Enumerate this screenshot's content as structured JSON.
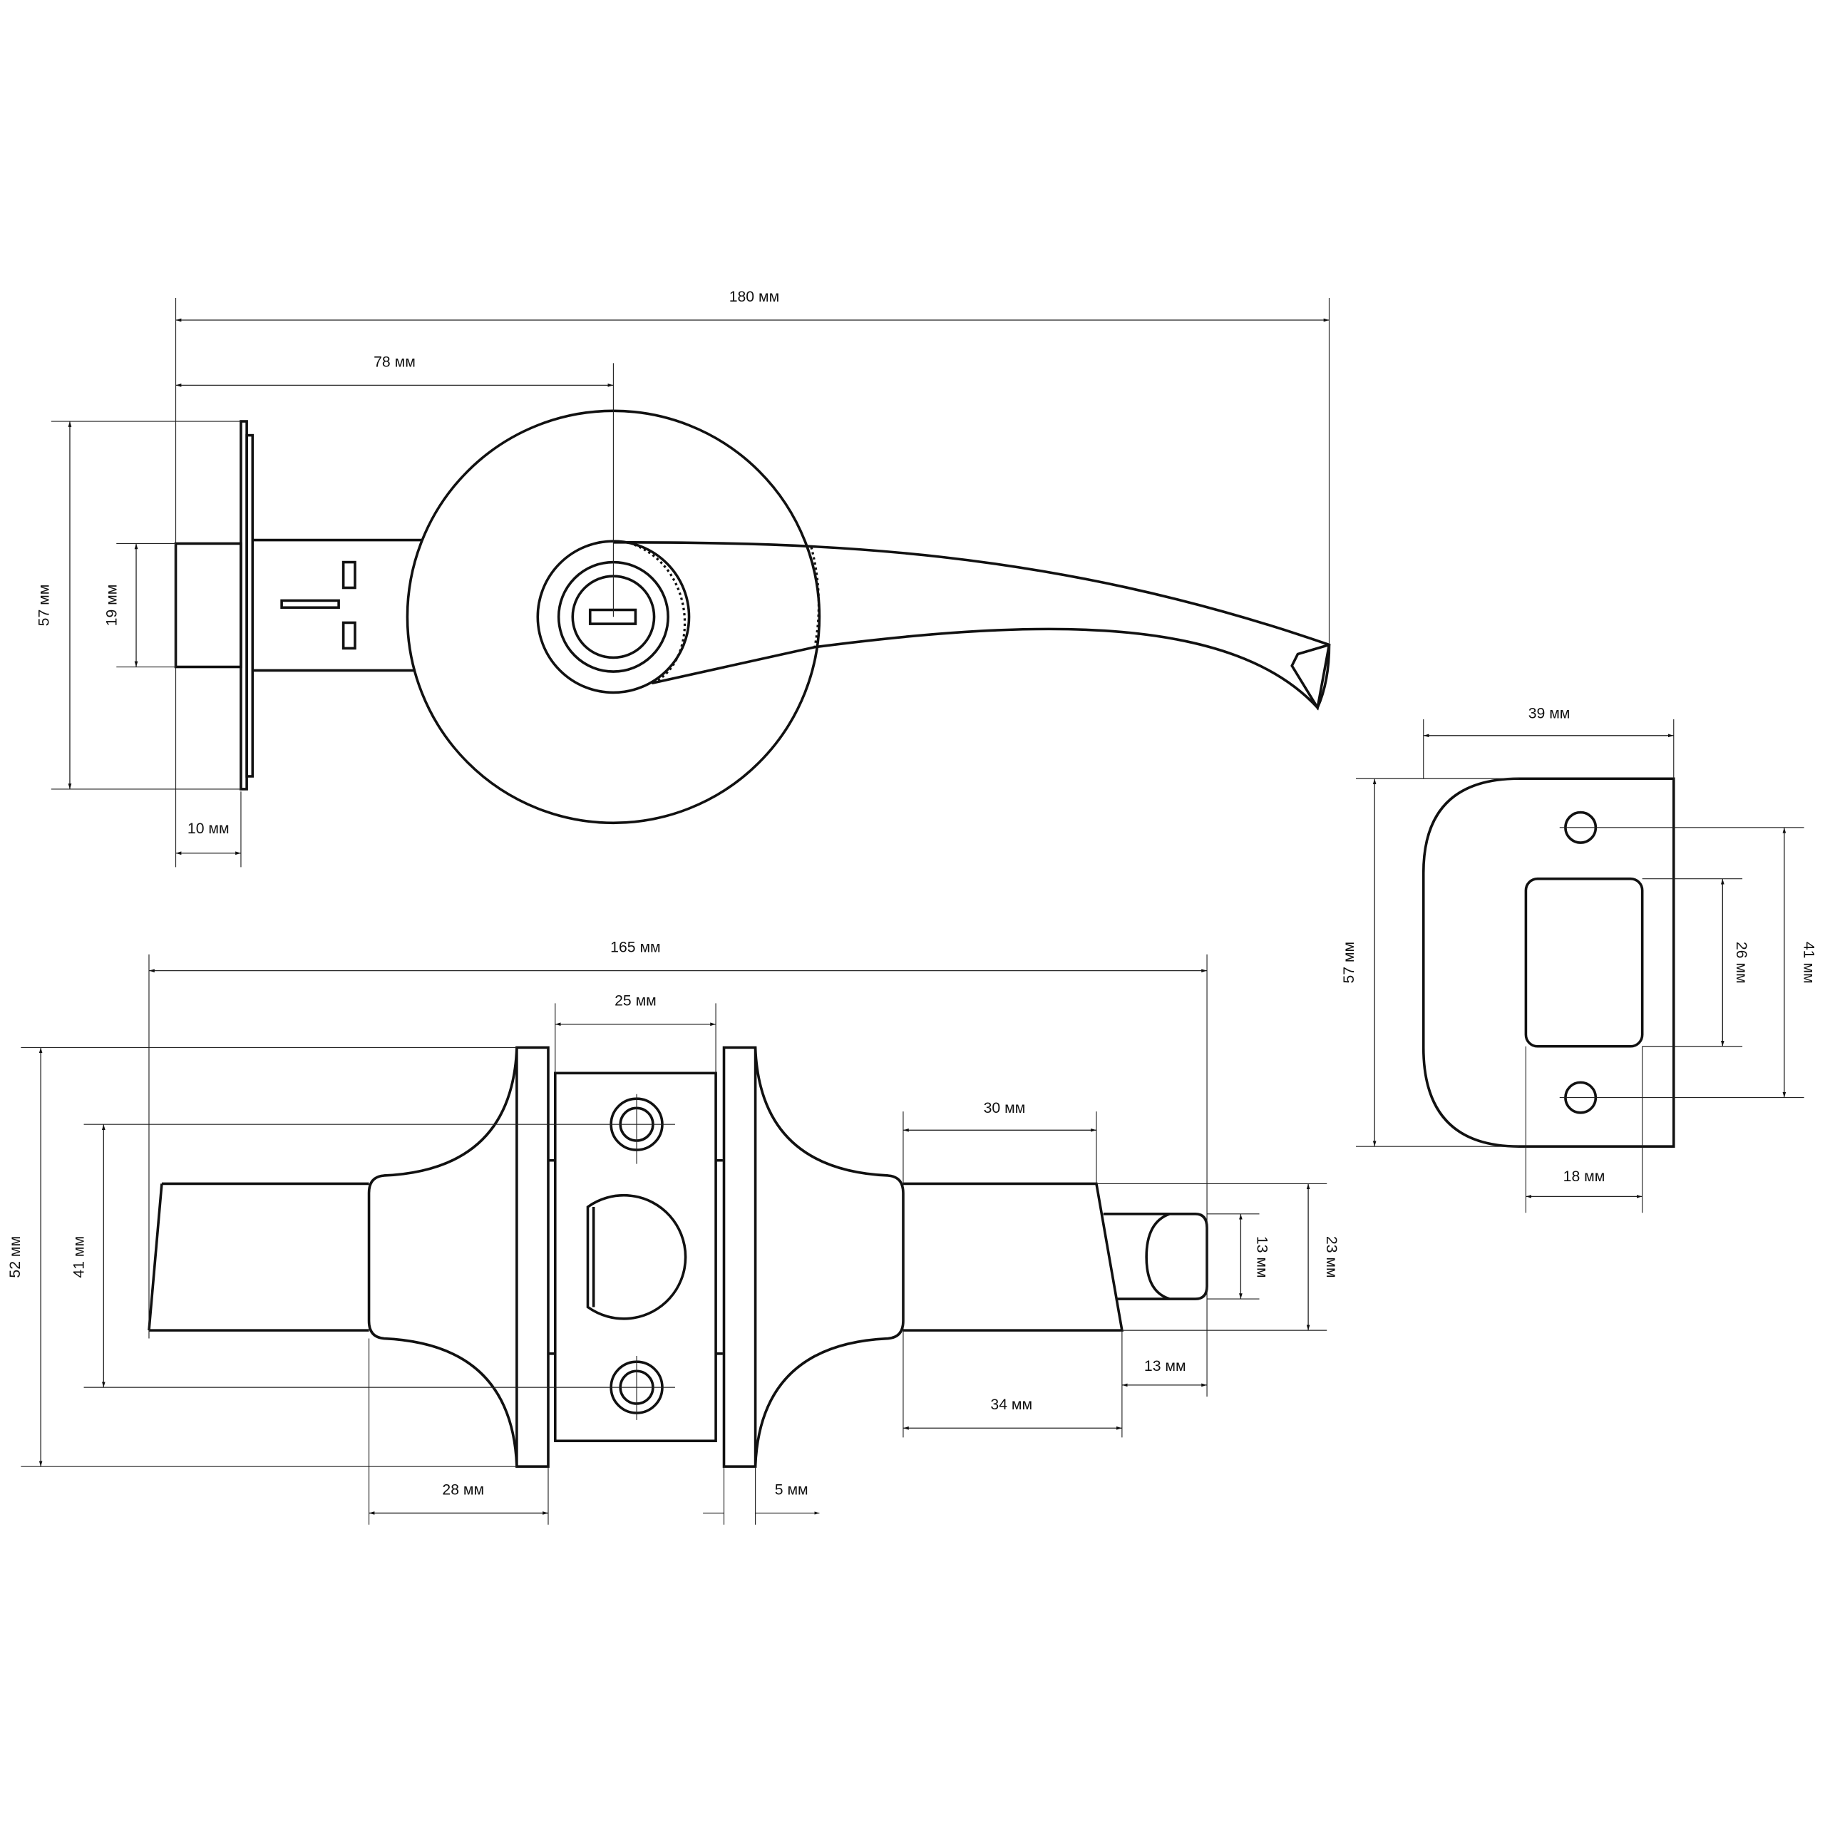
{
  "dimensions": {
    "top_view": {
      "overall_length": "180 мм",
      "to_center": "78 мм",
      "rose_height": "57 мм",
      "latch_height": "19 мм",
      "faceplate_depth": "10 мм"
    },
    "strike_plate": {
      "width": "39 мм",
      "height": "57 мм",
      "hole_spacing": "41 мм",
      "opening_height": "26 мм",
      "opening_width": "18 мм"
    },
    "side_view": {
      "overall_length": "165 мм",
      "latch_plate_width": "25 мм",
      "rose_height": "52 мм",
      "hole_spacing": "41 мм",
      "lever_neck_30": "30 мм",
      "lever_neck_34": "34 мм",
      "tip_height": "13 мм",
      "tip_length": "13 мм",
      "lever_height": "23 мм",
      "rose_depth": "28 мм",
      "plate_thickness": "5 мм"
    }
  }
}
